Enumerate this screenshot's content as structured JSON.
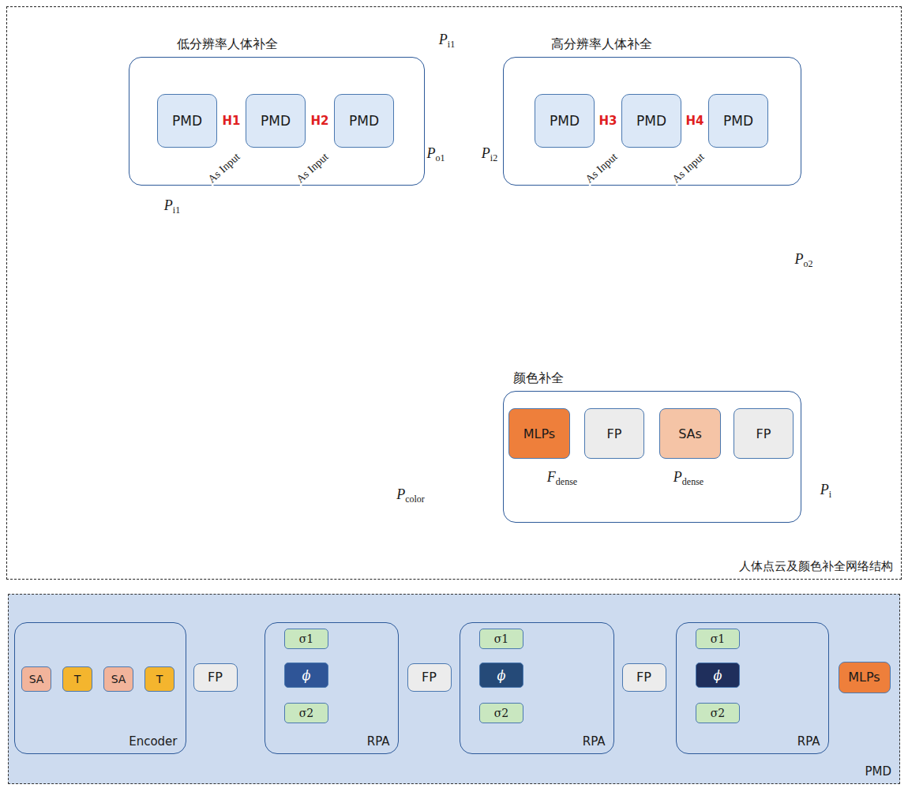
{
  "diagram": {
    "nodes": [
      {
        "text": [
          "人体点云及颜色补全网络结构"
        ]
      },
      {
        "text": [
          "低分辨率人体补全"
        ],
        "in": 0
      },
      {
        "text": [
          "PMD"
        ],
        "in": 1
      },
      {
        "text": [
          "PMD"
        ],
        "in": 1
      },
      {
        "text": [
          "PMD"
        ],
        "in": 1
      },
      {
        "text": [
          "高分辨率人体补全"
        ],
        "in": 0
      },
      {
        "text": [
          "PMD"
        ],
        "in": 5
      },
      {
        "text": [
          "PMD"
        ],
        "in": 5
      },
      {
        "text": [
          "PMD"
        ],
        "in": 5
      },
      {
        "text": [
          "颜色补全"
        ],
        "in": 0
      },
      {
        "text": [
          "MLPs"
        ],
        "in": 9
      },
      {
        "text": [
          "FP"
        ],
        "in": 9
      },
      {
        "text": [
          "SAs"
        ],
        "in": 9
      },
      {
        "text": [
          "FP"
        ],
        "in": 9
      },
      {
        "text": [
          "PMD"
        ]
      },
      {
        "text": [
          "Encoder"
        ],
        "in": 14
      },
      {
        "text": [
          "SA"
        ],
        "in": 15
      },
      {
        "text": [
          "T"
        ],
        "in": 15
      },
      {
        "text": [
          "SA"
        ],
        "in": 15
      },
      {
        "text": [
          "T"
        ],
        "in": 15
      },
      {
        "text": [
          "FP"
        ],
        "in": 14
      },
      {
        "text": [
          "RPA"
        ],
        "in": 14
      },
      {
        "text": [
          "σ1"
        ],
        "in": 21
      },
      {
        "text": [
          "ϕ"
        ],
        "in": 21
      },
      {
        "text": [
          "σ2"
        ],
        "in": 21
      },
      {
        "text": [
          "FP"
        ],
        "in": 14
      },
      {
        "text": [
          "RPA"
        ],
        "in": 14
      },
      {
        "text": [
          "σ1"
        ],
        "in": 26
      },
      {
        "text": [
          "ϕ"
        ],
        "in": 26
      },
      {
        "text": [
          "σ2"
        ],
        "in": 26
      },
      {
        "text": [
          "FP"
        ],
        "in": 14
      },
      {
        "text": [
          "RPA"
        ],
        "in": 14
      },
      {
        "text": [
          "σ1"
        ],
        "in": 31
      },
      {
        "text": [
          "ϕ"
        ],
        "in": 31
      },
      {
        "text": [
          "σ2"
        ],
        "in": 31
      },
      {
        "text": [
          "MLPs"
        ],
        "in": 14
      }
    ],
    "edges": [
      {
        "from": 2,
        "to": 3,
        "label": "H1",
        "arrow": "to"
      },
      {
        "from": 3,
        "to": 4,
        "label": "H2",
        "arrow": "to"
      },
      {
        "from": 6,
        "to": 7,
        "label": "H3",
        "arrow": "to"
      },
      {
        "from": 7,
        "to": 8,
        "label": "H4",
        "arrow": "to"
      },
      {
        "from": 2,
        "to": 3,
        "arrow": "to"
      },
      {
        "from": 3,
        "to": 4,
        "arrow": "to"
      },
      {
        "from": 6,
        "to": 7,
        "arrow": "to"
      },
      {
        "from": 7,
        "to": 8,
        "arrow": "to"
      },
      {
        "from": 1,
        "to": 5,
        "arrow": "to"
      },
      {
        "from": 5,
        "to": 9,
        "arrow": "to"
      },
      {
        "from": 13,
        "to": 12,
        "arrow": "to"
      },
      {
        "from": 12,
        "to": 11,
        "arrow": "to"
      },
      {
        "from": 11,
        "to": 10,
        "arrow": "to"
      },
      {
        "from": 16,
        "to": 17,
        "arrow": "to"
      },
      {
        "from": 17,
        "to": 18,
        "arrow": "to"
      },
      {
        "from": 18,
        "to": 19,
        "arrow": "to"
      },
      {
        "from": 15,
        "to": 20,
        "arrow": "to"
      },
      {
        "from": 20,
        "to": 21,
        "arrow": "to"
      },
      {
        "from": 21,
        "to": 25,
        "arrow": "to"
      },
      {
        "from": 25,
        "to": 26,
        "arrow": "to"
      },
      {
        "from": 26,
        "to": 30,
        "arrow": "to"
      },
      {
        "from": 30,
        "to": 31,
        "arrow": "to"
      },
      {
        "from": 31,
        "to": 35,
        "arrow": "to"
      },
      {
        "from": 24,
        "to": 23,
        "arrow": "to"
      },
      {
        "from": 29,
        "to": 28,
        "arrow": "to"
      },
      {
        "from": 34,
        "to": 33,
        "arrow": "to"
      }
    ],
    "labels": [
      "As Input",
      "As Input",
      "As Input",
      "As Input",
      "Pi1",
      "Pi1",
      "Po1",
      "Pi2",
      "Po2",
      "Pi",
      "Pdense",
      "Fdense",
      "Pcolor"
    ]
  }
}
